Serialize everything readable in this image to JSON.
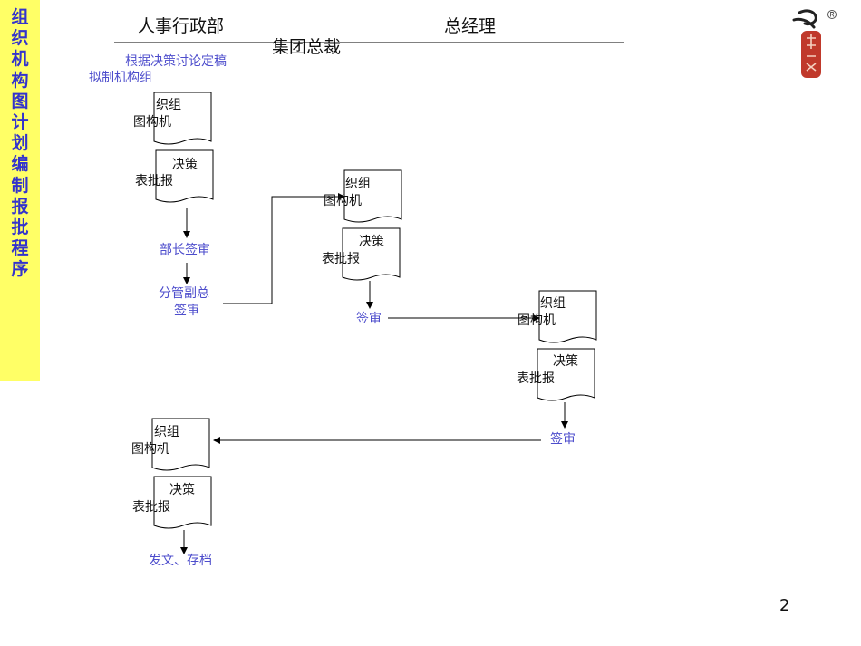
{
  "sidebar": {
    "title": "组织机构图计划编制报批程序",
    "bg_color": "#ffff66",
    "text_color": "#3333cc"
  },
  "header": {
    "col1": "人事行政部",
    "col2": "总经理",
    "col3": "集团总裁"
  },
  "flow": {
    "step1_text": "根据决策讨论定稿",
    "step1_sub": "拟制机构组",
    "doc1_line1": "织组",
    "doc1_line2": "图构机",
    "doc2_line1": "决策",
    "doc2_line2": "表批报",
    "step_dept_sign": "部长签审",
    "step_vp_sign_line1": "分管副总",
    "step_vp_sign_line2": "签审",
    "gm_doc1_line1": "织组",
    "gm_doc1_line2": "图构机",
    "gm_doc2_line1": "决策",
    "gm_doc2_line2": "表批报",
    "gm_sign": "签审",
    "ceo_doc1_line1": "织组",
    "ceo_doc1_line2": "图构机",
    "ceo_doc2_line1": "决策",
    "ceo_doc2_line2": "表批报",
    "ceo_sign": "签审",
    "final_doc1_line1": "织组",
    "final_doc1_line2": "图构机",
    "final_doc2_line1": "决策",
    "final_doc2_line2": "表批报",
    "final_step": "发文、存档"
  },
  "colors": {
    "accent_blue": "#4d4dcc",
    "logo_red": "#c0392b"
  },
  "page_number": "2",
  "logo": {
    "icon": "seal-logo-icon"
  }
}
